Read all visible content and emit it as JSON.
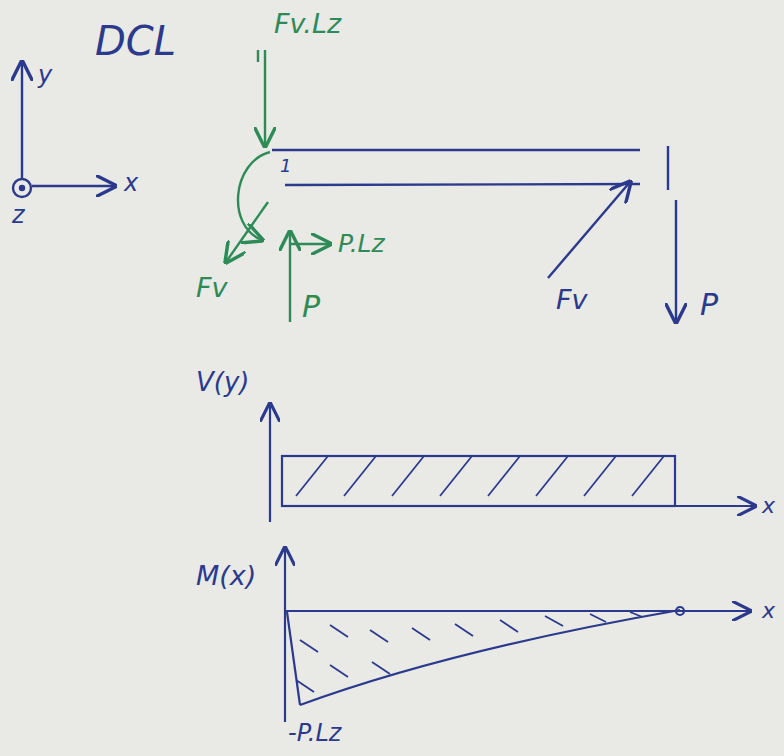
{
  "diagram": {
    "labels": [
      "DCL",
      "Fv.Lz",
      "y",
      "x",
      "z",
      "1",
      "P.Lz",
      "Fv",
      "Fv",
      "P",
      "P",
      "V(y)",
      "x",
      "M(x)",
      "x",
      "-P.Lz"
    ]
  }
}
